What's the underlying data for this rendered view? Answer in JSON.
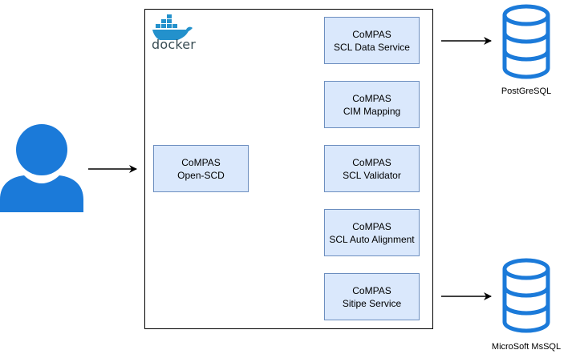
{
  "icons": {
    "user": "user-icon",
    "docker": "docker-whale-icon",
    "database": "database-icon"
  },
  "colors": {
    "box_fill": "#dae8fc",
    "box_stroke": "#6c8ebf",
    "icon_blue": "#1b7ad9",
    "docker_blue": "#2391cc"
  },
  "docker": {
    "label": "docker"
  },
  "open_scd": {
    "line1": "CoMPAS",
    "line2": "Open-SCD"
  },
  "services": [
    {
      "line1": "CoMPAS",
      "line2": "SCL Data Service"
    },
    {
      "line1": "CoMPAS",
      "line2": "CIM Mapping"
    },
    {
      "line1": "CoMPAS",
      "line2": "SCL Validator"
    },
    {
      "line1": "CoMPAS",
      "line2": "SCL Auto Alignment"
    },
    {
      "line1": "CoMPAS",
      "line2": "Sitipe Service"
    }
  ],
  "databases": [
    {
      "label": "PostGreSQL"
    },
    {
      "label": "MicroSoft MsSQL"
    }
  ]
}
